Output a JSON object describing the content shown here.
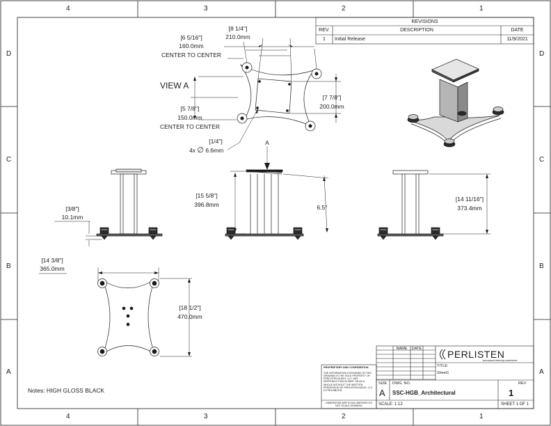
{
  "zones": {
    "top": [
      "4",
      "3",
      "2",
      "1"
    ],
    "bottom": [
      "4",
      "3",
      "2",
      "1"
    ],
    "left": [
      "D",
      "C",
      "B",
      "A"
    ],
    "right": [
      "D",
      "C",
      "B",
      "A"
    ]
  },
  "revisions": {
    "title": "REVISIONS",
    "headers": {
      "rev": "REV.",
      "description": "DESCRIPTION",
      "date": "DATE"
    },
    "rows": [
      {
        "rev": "1",
        "description": "Initial Release",
        "date": "11/9/2021"
      }
    ]
  },
  "view_a": {
    "label": "VIEW A",
    "top_width": {
      "inch": "[8 1/4\"]",
      "mm": "210.0mm"
    },
    "center_width": {
      "inch": "[6 5/16\"]",
      "mm": "160.0mm",
      "note": "CENTER TO CENTER"
    },
    "center_height": {
      "inch": "[5 7/8\"]",
      "mm": "150.0mm",
      "note": "CENTER TO CENTER"
    },
    "plate_height": {
      "inch": "[7 7/8\"]",
      "mm": "200.0mm"
    },
    "holes": {
      "inch": "[1/4\"]",
      "prefix": "4x",
      "symbol": "∅",
      "mm": "6.6mm"
    }
  },
  "left_view": {
    "foot": {
      "inch": "[3/8\"]",
      "mm": "10.1mm"
    }
  },
  "front_view": {
    "callout": "A",
    "height": {
      "inch": "[15 5/8\"]",
      "mm": "396.8mm"
    },
    "angle": "6.5°"
  },
  "right_view": {
    "height": {
      "inch": "[14 11/16\"]",
      "mm": "373.4mm"
    }
  },
  "base_view": {
    "width": {
      "inch": "[14 3/8\"]",
      "mm": "365.0mm"
    },
    "height": {
      "inch": "[18 1/2\"]",
      "mm": "470.0mm"
    }
  },
  "notes": "Notes:  HIGH GLOSS BLACK",
  "title_block": {
    "name_header": "NAME",
    "date_header": "DATE",
    "brand": "PERLISTEN",
    "tagline": "perceptual listening experience",
    "title_label": "TITLE:",
    "sheet_name": "Sheet1",
    "size_label": "SIZE",
    "size": "A",
    "dwg_label": "DWG.  NO.",
    "dwg_no": "SSC-HGB_Architectural",
    "rev_label": "REV",
    "rev": "1",
    "scale": "SCALE: 1:12",
    "sheet": "SHEET 1 OF 1",
    "proprietary_title": "PROPRIETARY AND CONFIDENTIAL",
    "proprietary_text": "THE INFORMATION CONTAINED IN THIS DRAWING IS THE SOLE PROPERTY OF PERLISTEN AUDIO, LLC. ANY REPRODUCTION IN PART OR AS A WHOLE WITHOUT THE WRITTEN PERMISSION OF PERLISTEN AUDIO, LLC IS PROHIBITED.",
    "dims_note": "DIMENSIONS ARE IN MILLIMETERS DO NOT SCALE DRAWING"
  },
  "colors": {
    "line": "#1a1a1a",
    "fill_dark": "#3a3a3a",
    "fill_mid": "#8a8a8a",
    "fill_light": "#cfcfcf"
  }
}
